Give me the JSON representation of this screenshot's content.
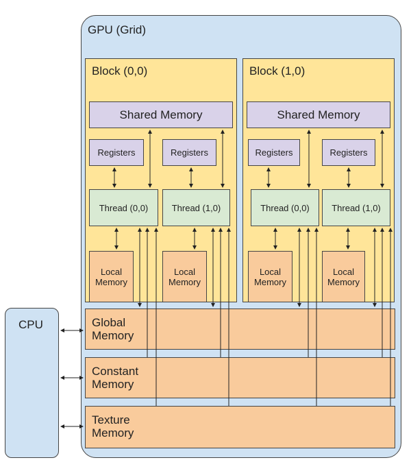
{
  "gpu": {
    "title": "GPU (Grid)"
  },
  "cpu": {
    "title": "CPU"
  },
  "blocks": [
    {
      "title": "Block (0,0)",
      "shared": "Shared Memory",
      "threads": [
        {
          "registers": "Registers",
          "thread": "Thread (0,0)",
          "local": "Local Memory"
        },
        {
          "registers": "Registers",
          "thread": "Thread (1,0)",
          "local": "Local Memory"
        }
      ]
    },
    {
      "title": "Block (1,0)",
      "shared": "Shared Memory",
      "threads": [
        {
          "registers": "Registers",
          "thread": "Thread (0,0)",
          "local": "Local Memory"
        },
        {
          "registers": "Registers",
          "thread": "Thread (1,0)",
          "local": "Local Memory"
        }
      ]
    }
  ],
  "memories": {
    "global": "Global Memory",
    "constant": "Constant Memory",
    "texture": "Texture Memory"
  }
}
